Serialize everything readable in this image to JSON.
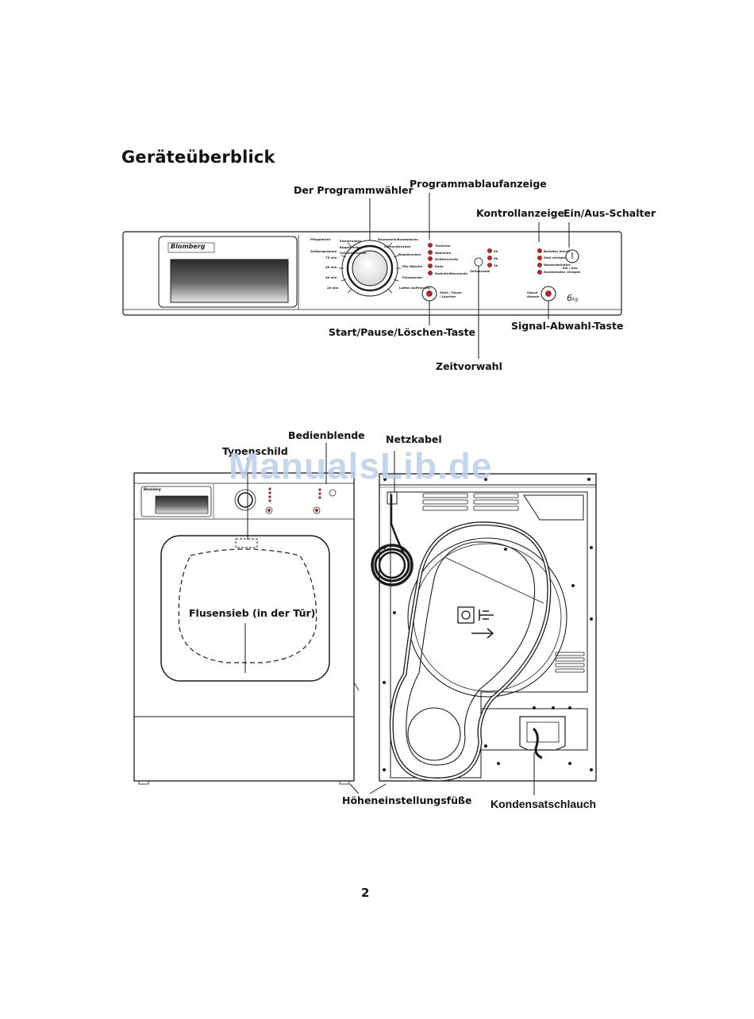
{
  "page": {
    "title": "Geräteüberblick",
    "page_number": "2",
    "watermark": "ManualsLib.de"
  },
  "panel_labels": {
    "program_selector": "Der Programmwähler",
    "program_progress": "Programmablaufanzeige",
    "control_display": "Kontrollanzeige",
    "on_off": "Ein/Aus-Schalter",
    "start_pause": "Start/Pause/Löschen-Taste",
    "signal_off": "Signal-Abwahl-Taste",
    "time_delay": "Zeitvorwahl"
  },
  "panel": {
    "brand": "Blomberg",
    "capacity": "6",
    "capacity_unit": "kg",
    "dial_labels": [
      "Pflegeleicht",
      "Extratrocken",
      "Bügeltrocken",
      "Schranktrocken",
      "Zeitprogramme",
      "Baumwolle/Buntwäsche",
      "Schranktrocken",
      "Bügeltrocken",
      "Mix Wäsche",
      "Feinwäsche",
      "Lüften Auffrischen"
    ],
    "time_labels": [
      "75 min",
      "50 min",
      "40 min",
      "20 min"
    ],
    "progress_leds": [
      "Trocknen",
      "Abkühlen",
      "Knitterschutz",
      "Ende",
      "Ende/Knitterschutz"
    ],
    "delay_leds": [
      "9h",
      "6h",
      "3h"
    ],
    "delay_button": "Zeitvorwahl",
    "control_leds": [
      "Behälter leeren",
      "Sieb reinigen",
      "Wasserbehälter",
      "Kondensator reinigen"
    ],
    "start_button": "Start / Pause / Löschen",
    "signal_button": "Signal Abwahl",
    "on_off_label": "Ein / Aus"
  },
  "lower_labels": {
    "control_panel": "Bedienblende",
    "type_plate": "Typenschild",
    "mains_cable": "Netzkabel",
    "lint_filter": "Flusensieb (in der Tür)",
    "adjustable_feet": "Höheneinstellungsfüße",
    "condensate_hose": "Kondensatschlauch"
  },
  "colors": {
    "line": "#1a1a1a",
    "led": "#c82020",
    "watermark": "#b9cfea"
  }
}
